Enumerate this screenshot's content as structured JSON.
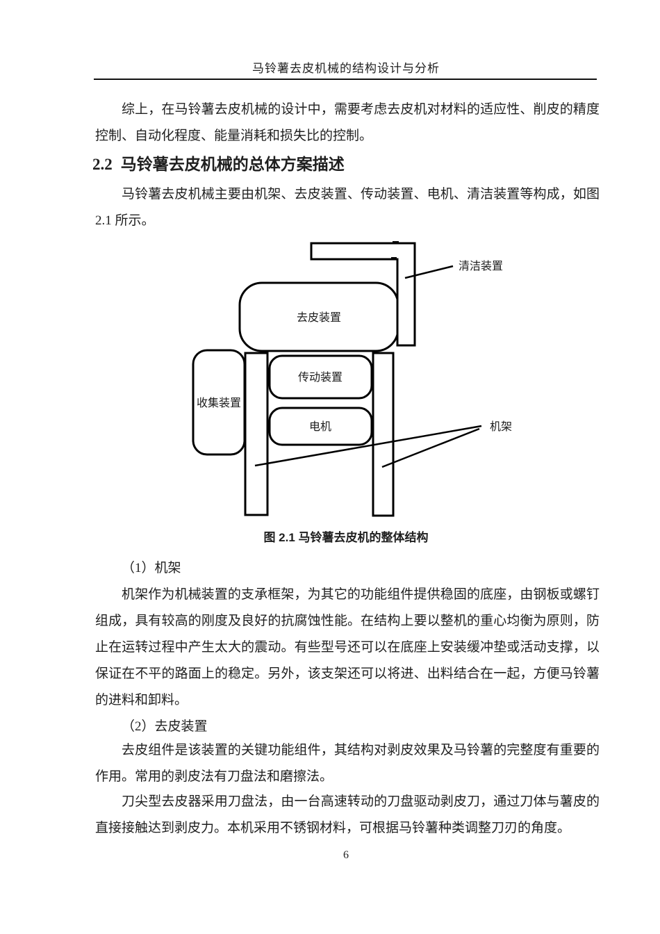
{
  "header": {
    "title": "马铃薯去皮机械的结构设计与分析"
  },
  "intro_paragraph": "综上，在马铃薯去皮机械的设计中，需要考虑去皮机对材料的适应性、削皮的精度控制、自动化程度、能量消耗和损失比的控制。",
  "section": {
    "number": "2.2",
    "title": "马铃薯去皮机械的总体方案描述"
  },
  "overview_paragraph": "马铃薯去皮机械主要由机架、去皮装置、传动装置、电机、清洁装置等构成，如图2.1 所示。",
  "figure": {
    "caption": "图 2.1  马铃薯去皮机的整体结构",
    "labels": {
      "cleaning_device": "清洁装置",
      "peeling_device": "去皮装置",
      "collection_device": "收集装置",
      "transmission_device": "传动装置",
      "motor": "电机",
      "frame": "机架"
    }
  },
  "subsections": {
    "frame_heading": "（1）机架",
    "frame_paragraph": "机架作为机械装置的支承框架，为其它的功能组件提供稳固的底座，由钢板或螺钉组成，具有较高的刚度及良好的抗腐蚀性能。在结构上要以整机的重心均衡为原则，防止在运转过程中产生太大的震动。有些型号还可以在底座上安装缓冲垫或活动支撑，以保证在不平的路面上的稳定。另外，该支架还可以将进、出料结合在一起，方便马铃薯的进料和卸料。",
    "peeling_heading": "（2）去皮装置",
    "peeling_paragraph": "去皮组件是该装置的关键功能组件，其结构对剥皮效果及马铃薯的完整度有重要的作用。常用的剥皮法有刀盘法和磨擦法。",
    "knife_paragraph": "刀尖型去皮器采用刀盘法，由一台高速转动的刀盘驱动剥皮刀，通过刀体与薯皮的直接接触达到剥皮力。本机采用不锈钢材料，可根据马铃薯种类调整刀刃的角度。"
  },
  "page_number": "6",
  "colors": {
    "background": "#ffffff",
    "text": "#1f1f1f",
    "line": "#000000"
  }
}
